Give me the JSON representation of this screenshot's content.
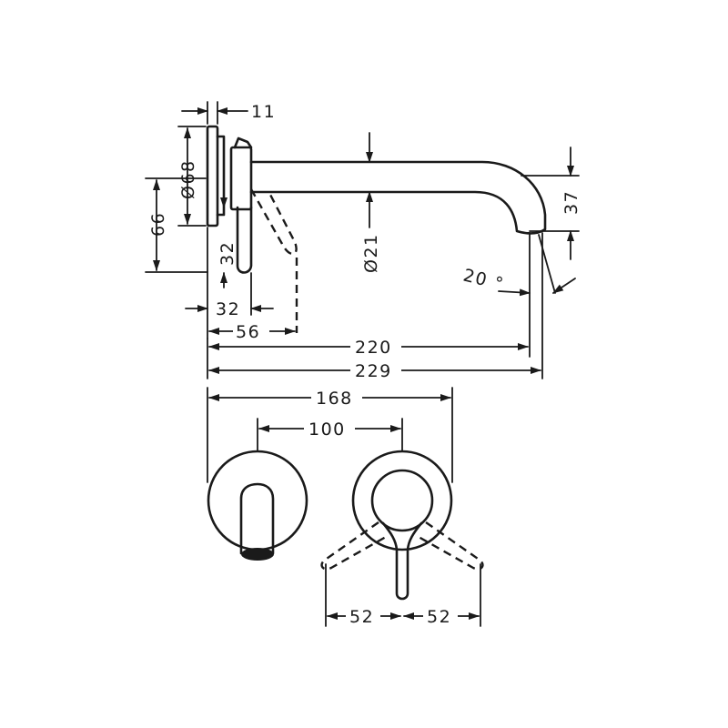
{
  "dimensions": {
    "wall_plate_thickness": "11",
    "rosette_diameter": "Ø68",
    "wall_plate_height": "66",
    "lever_height": "32",
    "lever_offset": "32",
    "lever_tip_distance": "56",
    "spout_outer_diameter": "Ø21",
    "spout_height": "37",
    "outlet_angle": "20 °",
    "projection_to_outlet": "220",
    "total_projection": "229",
    "overall_width": "168",
    "center_distance": "100",
    "lever_swing_left": "52",
    "lever_swing_right": "52"
  }
}
